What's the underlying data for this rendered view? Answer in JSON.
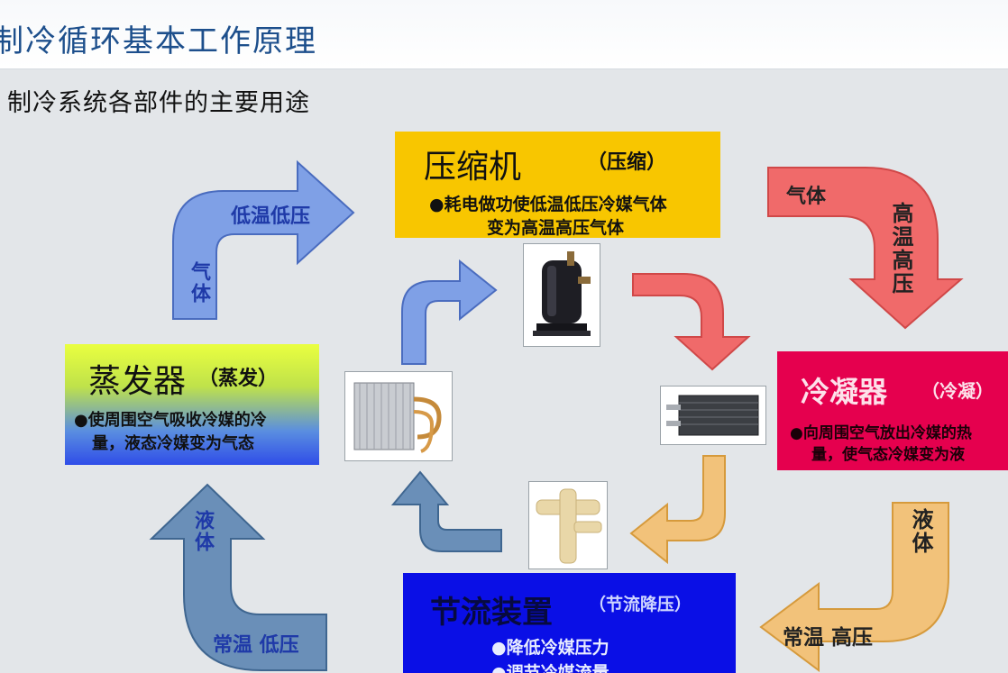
{
  "page_title": "制冷循环基本工作原理",
  "subtitle": "制冷系统各部件的主要用途",
  "compressor": {
    "name": "压缩机",
    "function": "（压缩）",
    "desc_line1": "●耗电做功使低温低压冷媒气体",
    "desc_line2": "变为高温高压气体"
  },
  "evaporator": {
    "name": "蒸发器",
    "function": "（蒸发）",
    "desc_line1": "●使周围空气吸收冷媒的冷",
    "desc_line2": "量，液态冷媒变为气态"
  },
  "condenser": {
    "name": "冷凝器",
    "function": "（冷凝）",
    "desc_line1": "●向周围空气放出冷媒的热",
    "desc_line2": "量，使气态冷媒变为液"
  },
  "throttle": {
    "name": "节流装置",
    "function": "（节流降压）",
    "desc_line1": "●降低冷媒压力",
    "desc_line2": "●调节冷媒流量"
  },
  "arrow_labels": {
    "top_left_state": "低温低压",
    "top_left_phase": "气体",
    "top_right_phase": "气体",
    "top_right_state": "高温高压",
    "bottom_right_phase": "液体",
    "bottom_right_state": "常温  高压",
    "bottom_left_phase": "液体",
    "bottom_left_state": "常温  低压"
  },
  "colors": {
    "compressor": "#f8c600",
    "condenser": "#e5004e",
    "throttle": "#0a0fe6",
    "arrow_blue_light": "#7fa0e6",
    "arrow_red": "#f06a6a",
    "arrow_orange": "#f2c27a",
    "arrow_steel": "#6a8fb8"
  }
}
